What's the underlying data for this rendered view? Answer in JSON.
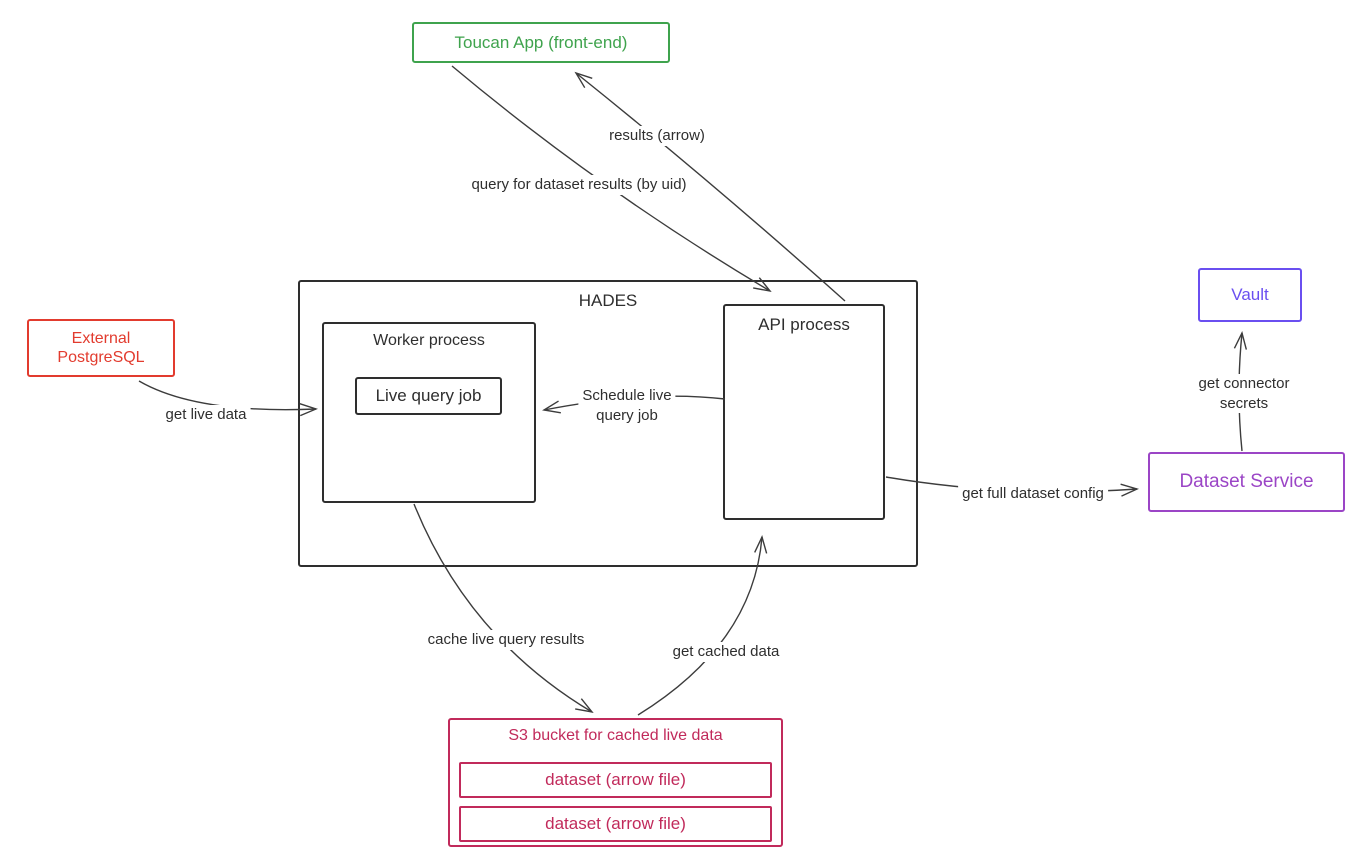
{
  "colors": {
    "toucan_green": "#3fa34d",
    "postgres_red": "#e23b2e",
    "vault_violet": "#6a4ff0",
    "dataset_service_purple": "#9b45c6",
    "s3_crimson": "#c12a5b",
    "line_dark": "#3c3c3c"
  },
  "nodes": {
    "toucan_app": {
      "label": "Toucan App (front-end)",
      "color": "#3fa34d"
    },
    "external_postgresql": {
      "line1": "External",
      "line2": "PostgreSQL",
      "color": "#e23b2e"
    },
    "hades": {
      "label": "HADES"
    },
    "worker_process": {
      "label": "Worker process"
    },
    "live_query_job": {
      "label": "Live query job"
    },
    "api_process": {
      "label": "API process"
    },
    "vault": {
      "label": "Vault",
      "color": "#6a4ff0"
    },
    "dataset_service": {
      "label": "Dataset Service",
      "color": "#9b45c6"
    },
    "s3_bucket": {
      "title": "S3 bucket for cached live data",
      "color": "#c12a5b",
      "files": [
        "dataset (arrow file)",
        "dataset (arrow file)"
      ]
    }
  },
  "edges": {
    "query_for_dataset_results": {
      "label": "query for dataset results (by uid)",
      "from": "toucan_app",
      "to": "api_process"
    },
    "results_arrow": {
      "label": "results (arrow)",
      "from": "api_process",
      "to": "toucan_app"
    },
    "get_live_data": {
      "label": "get live data",
      "from": "external_postgresql",
      "to": "worker_process"
    },
    "schedule_live_query_job": {
      "line1": "Schedule live",
      "line2": "query job",
      "from": "api_process",
      "to": "worker_process"
    },
    "get_full_dataset_config": {
      "label": "get full dataset config",
      "from": "api_process",
      "to": "dataset_service"
    },
    "get_connector_secrets": {
      "line1": "get connector",
      "line2": "secrets",
      "from": "dataset_service",
      "to": "vault"
    },
    "cache_live_query_results": {
      "label": "cache live query results",
      "from": "worker_process",
      "to": "s3_bucket"
    },
    "get_cached_data": {
      "label": "get cached data",
      "from": "s3_bucket",
      "to": "api_process"
    }
  }
}
